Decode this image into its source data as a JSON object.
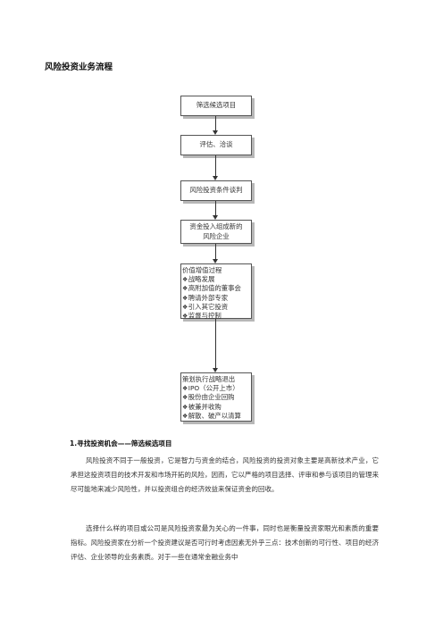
{
  "document": {
    "title": "风险投资业务流程"
  },
  "flowchart": {
    "box1": "筛选候选项目",
    "box2": "评估、洽谈",
    "box3": "风险投资条件谈判",
    "box4_line1": "资金投入组成新的",
    "box4_line2": "风险企业",
    "box5_head": "价值增值过程",
    "box5_items": [
      "战略发展",
      "高附加值的董事会",
      "聘请外部专家",
      "引入其它投资",
      "监督与控制"
    ],
    "box6_head": "策划执行战略退出",
    "box6_items": [
      "IPO（公开上市）",
      "股份由企业回购",
      "被兼并收购",
      "解散、破产以清算"
    ],
    "bullet": "❖"
  },
  "section1": {
    "heading": "1.寻找投资机会——筛选候选项目",
    "para1": "风险投资不同于一般投资，它是智力与资金的结合，风险投资的投资对象主要是高新技术产业，它承担这投资项目的技术开发和市场开拓的风险，因而，它以严格的项目选择、评审和参与该项目的管理来尽可能地来减少风险性，并以投资组合的经济效益来保证资金的回收。",
    "para2": "选择什么样的项目或公司是风险投资家最为关心的一件事，同时也是衡量投资家眼光和素质的重要指标。风险投资家在分析一个投资建议是否可行时考虑因素无外乎三点：技术创新的可行性、项目的经济评估、企业领导的业务素质。对于一些在通常金融业务中"
  }
}
